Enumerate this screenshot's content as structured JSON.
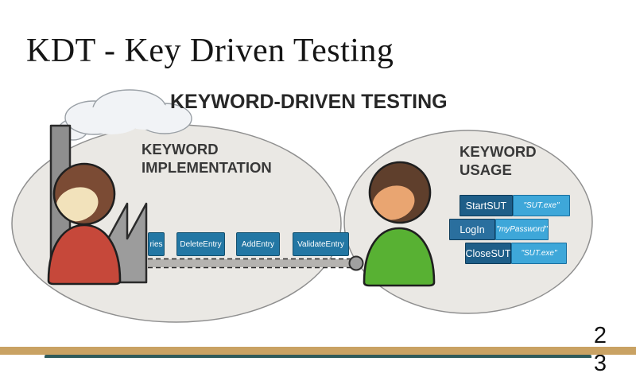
{
  "slide": {
    "title": "KDT - Key Driven Testing",
    "page_number": "2",
    "page_number_wrapped": "3"
  },
  "diagram": {
    "heading": "KEYWORD-DRIVEN TESTING",
    "implementation": {
      "label_line1": "KEYWORD",
      "label_line2": "IMPLEMENTATION",
      "conveyor_blocks": [
        "ries",
        "DeleteEntry",
        "AddEntry",
        "ValidateEntry"
      ]
    },
    "usage": {
      "label_line1": "KEYWORD",
      "label_line2": "USAGE",
      "rows": [
        {
          "keyword": "StartSUT",
          "argument": "\"SUT.exe\""
        },
        {
          "keyword": "LogIn",
          "argument": "\"myPassword\""
        },
        {
          "keyword": "CloseSUT",
          "argument": "\"SUT.exe\""
        }
      ]
    }
  },
  "colors": {
    "keyword_block": "#2377a4",
    "usage_keyword_block": "#1e5e88",
    "argument_block": "#3ea7d9",
    "footer_bar": "#c9a263",
    "footer_accent_bar": "#2f5b5b",
    "ellipse_fill": "#eae8e4",
    "red_figure": "#c6483a",
    "green_figure": "#58b133"
  }
}
